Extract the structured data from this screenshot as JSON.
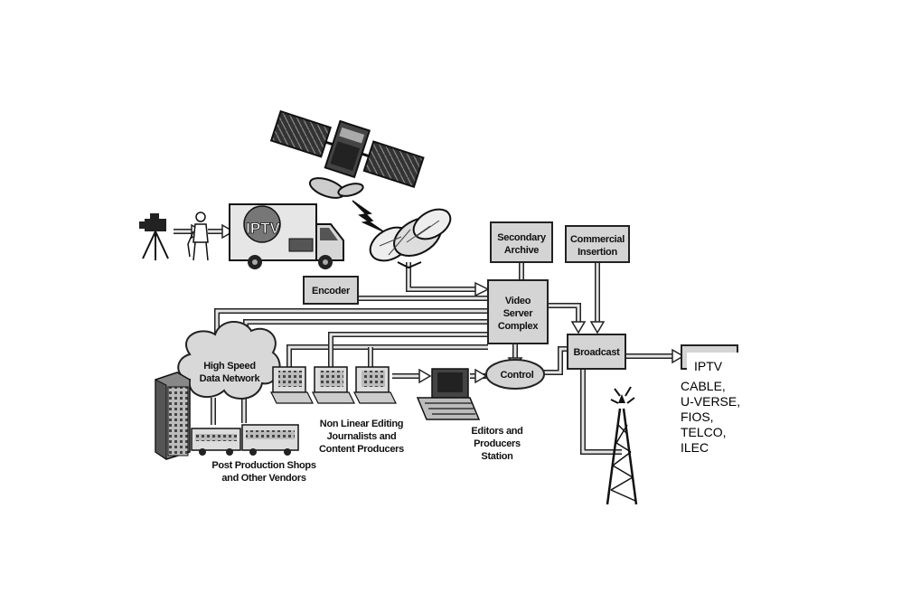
{
  "nodes": {
    "secondary_archive": [
      "Secondary",
      "Archive"
    ],
    "commercial_insertion": [
      "Commercial",
      "Insertion"
    ],
    "encoder": [
      "Encoder"
    ],
    "video_server": [
      "Video",
      "Server",
      "Complex"
    ],
    "control": [
      "Control"
    ],
    "broadcast": [
      "Broadcast"
    ],
    "network": [
      "High Speed",
      "Data Network"
    ],
    "truck_logo": "IPTV"
  },
  "labels": {
    "nonlinear": [
      "Non Linear Editing",
      "Journalists and",
      "Content Producers"
    ],
    "editors": [
      "Editors and",
      "Producers",
      "Station"
    ],
    "post_production": [
      "Post Production Shops",
      "and Other Vendors"
    ]
  },
  "outputs": {
    "iptv": "IPTV",
    "destinations": [
      "CABLE,",
      "U-VERSE,",
      "FIOS,",
      "TELCO,",
      "ILEC"
    ]
  }
}
